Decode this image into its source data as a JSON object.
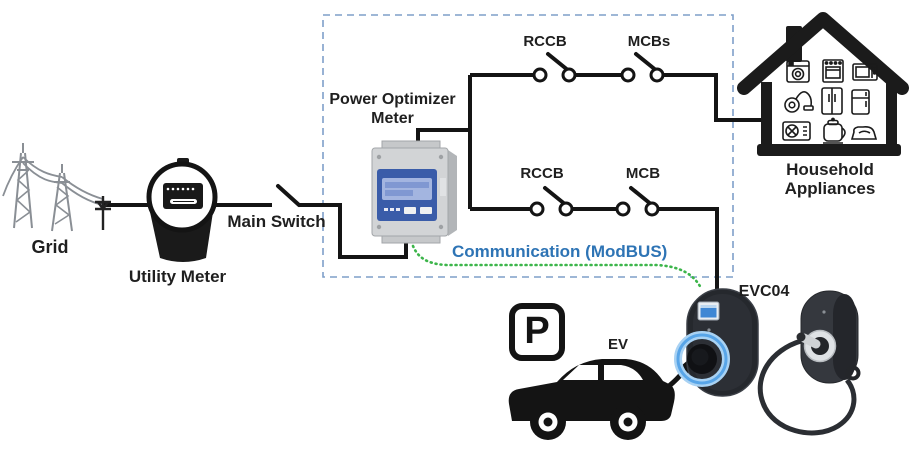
{
  "labels": {
    "grid": "Grid",
    "utility_meter": "Utility Meter",
    "main_switch": "Main Switch",
    "power_optimizer_meter": {
      "line1": "Power Optimizer",
      "line2": "Meter"
    },
    "rccb_top": "RCCB",
    "mcbs_top": "MCBs",
    "rccb_bottom": "RCCB",
    "mcb_bottom": "MCB",
    "communication": "Communication (ModBUS)",
    "household_appliances": {
      "line1": "Household",
      "line2": "Appliances"
    },
    "evc04": "EVC04",
    "ev": "EV",
    "parking": "P"
  },
  "colors": {
    "wire": "#141414",
    "label_text": "#1f1f1f",
    "communication_text": "#2e74b5",
    "modbus_line": "#3cb54a",
    "boundary": "#7f9fc9",
    "tower_gray": "#8a8f95",
    "meter_panel": "#3a5ca9",
    "meter_lcd": "#a3b5e0",
    "charger_body": "#25282d",
    "charger_ring": "#58a5e8",
    "icon_black": "#1b1b1b"
  }
}
